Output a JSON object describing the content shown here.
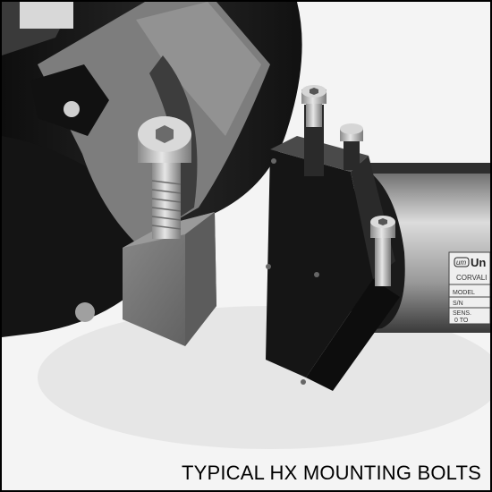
{
  "caption": "TYPICAL HX MOUNTING BOLTS",
  "nameplate": {
    "brand": "Un",
    "logo": "um",
    "city": "CORVALI",
    "rows": [
      "MODEL",
      "S/N",
      "SENS.",
      "0 TO"
    ]
  },
  "colors": {
    "housing": "#1b1b1b",
    "bracket": "#6e6e6e",
    "bolt": "#bdbdbd",
    "background": "#f4f4f4"
  },
  "icons": [
    "hex-bolt-icon"
  ]
}
